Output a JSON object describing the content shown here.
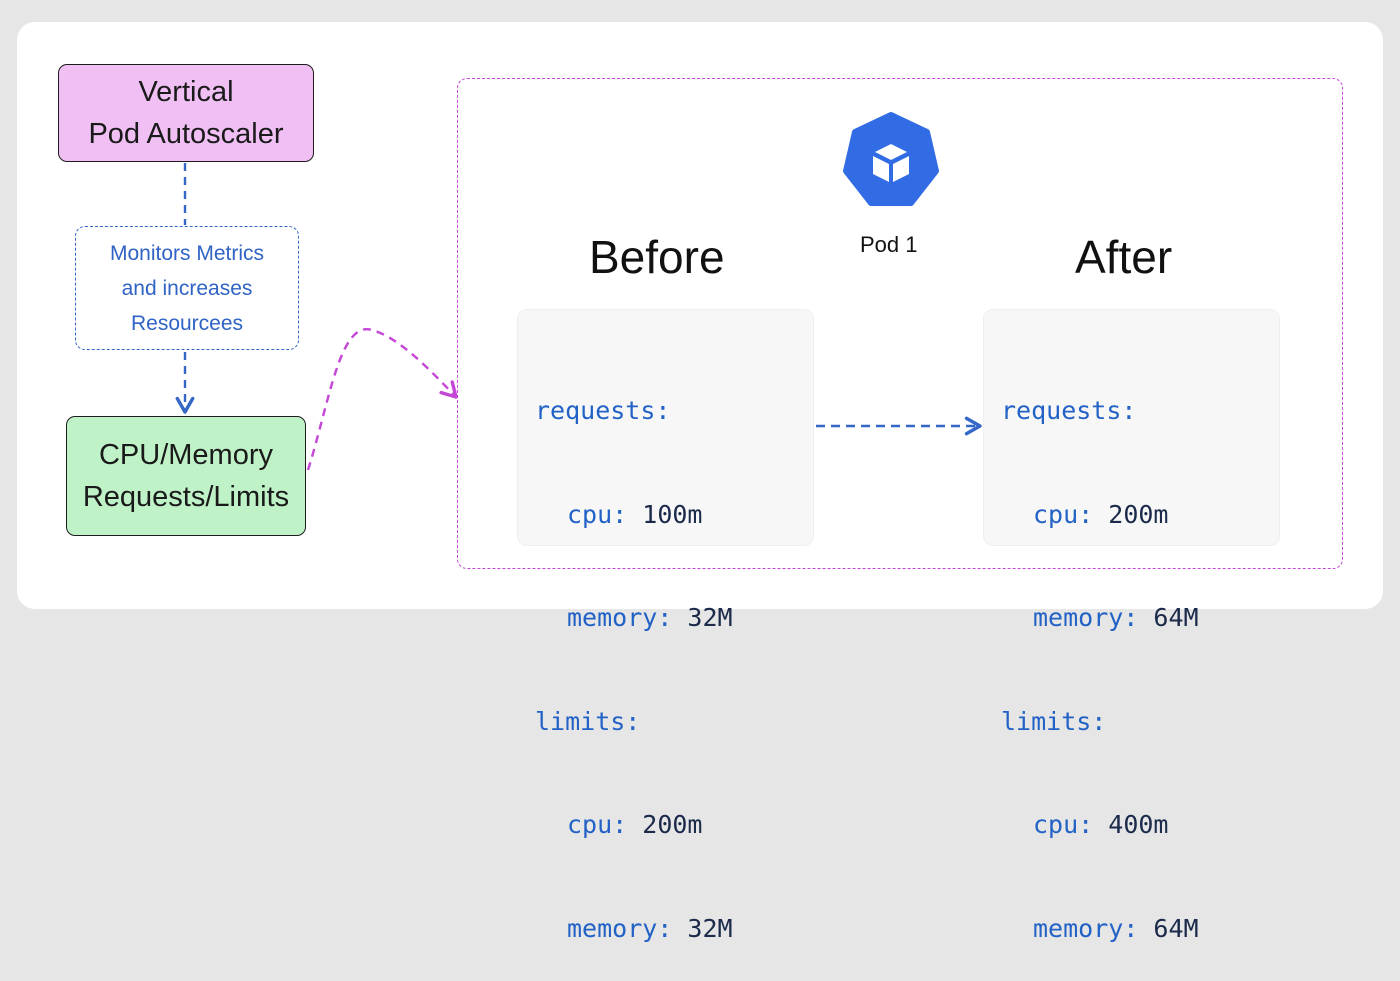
{
  "vpa": {
    "line1": "Vertical",
    "line2": "Pod Autoscaler"
  },
  "monitor": {
    "line1": "Monitors Metrics",
    "line2": "and increases",
    "line3": "Resourcees"
  },
  "cpu": {
    "line1": "CPU/Memory",
    "line2": "Requests/Limits"
  },
  "pod": {
    "label": "Pod 1"
  },
  "before": {
    "title": "Before",
    "requests_key": "requests:",
    "requests_cpu_key": "cpu:",
    "requests_cpu_val": "100m",
    "requests_mem_key": "memory:",
    "requests_mem_val": "32M",
    "limits_key": "limits:",
    "limits_cpu_key": "cpu:",
    "limits_cpu_val": "200m",
    "limits_mem_key": "memory:",
    "limits_mem_val": "32M"
  },
  "after": {
    "title": "After",
    "requests_key": "requests:",
    "requests_cpu_key": "cpu:",
    "requests_cpu_val": "200m",
    "requests_mem_key": "memory:",
    "requests_mem_val": "64M",
    "limits_key": "limits:",
    "limits_cpu_key": "cpu:",
    "limits_cpu_val": "400m",
    "limits_mem_key": "memory:",
    "limits_mem_val": "64M"
  },
  "colors": {
    "vpa_fill": "#f0c0f5",
    "cpu_fill": "#c0f2c8",
    "blue_arrow": "#3567c7",
    "magenta_arrow": "#c446d6",
    "kubernetes_blue": "#326ce5"
  },
  "icons": {
    "pod": "kubernetes-pod-icon"
  }
}
